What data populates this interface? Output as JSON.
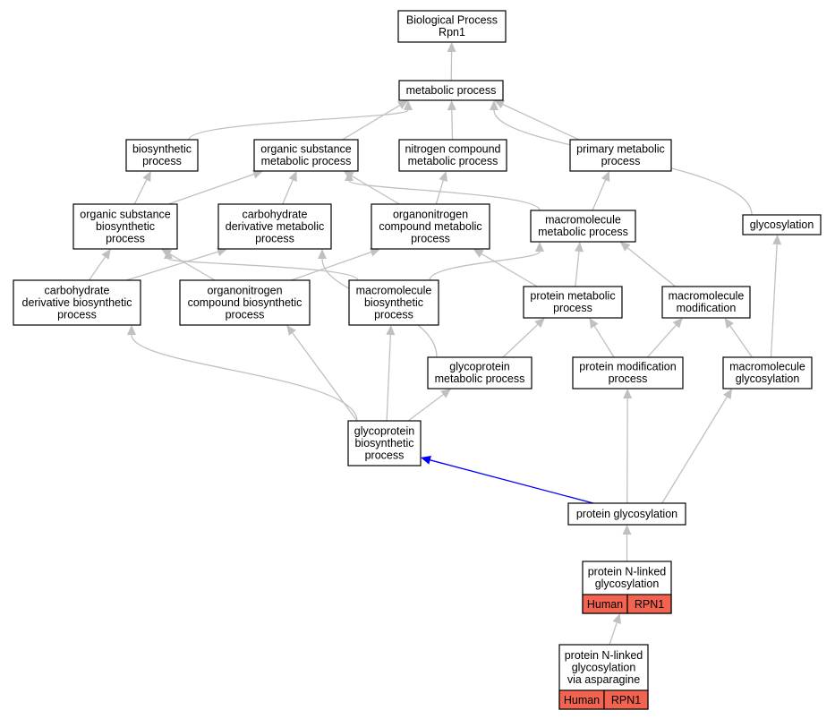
{
  "colors": {
    "edge": "#c0c0c0",
    "highlight_edge": "#0000ff",
    "tag_fill": "#f26350",
    "node_fill": "#ffffff",
    "node_stroke": "#000000"
  },
  "nodes": [
    {
      "id": "bp",
      "lines": [
        "Biological Process",
        "Rpn1"
      ]
    },
    {
      "id": "metabolic",
      "lines": [
        "metabolic process"
      ]
    },
    {
      "id": "biosynthetic",
      "lines": [
        "biosynthetic",
        "process"
      ]
    },
    {
      "id": "org_sub_met",
      "lines": [
        "organic substance",
        "metabolic process"
      ]
    },
    {
      "id": "nitrogen_met",
      "lines": [
        "nitrogen compound",
        "metabolic process"
      ]
    },
    {
      "id": "primary_met",
      "lines": [
        "primary metabolic",
        "process"
      ]
    },
    {
      "id": "org_sub_bio",
      "lines": [
        "organic substance",
        "biosynthetic",
        "process"
      ]
    },
    {
      "id": "carb_deriv_met",
      "lines": [
        "carbohydrate",
        "derivative metabolic",
        "process"
      ]
    },
    {
      "id": "organonitro_met",
      "lines": [
        "organonitrogen",
        "compound metabolic",
        "process"
      ]
    },
    {
      "id": "macro_met",
      "lines": [
        "macromolecule",
        "metabolic process"
      ]
    },
    {
      "id": "glycosylation",
      "lines": [
        "glycosylation"
      ]
    },
    {
      "id": "carb_deriv_bio",
      "lines": [
        "carbohydrate",
        "derivative biosynthetic",
        "process"
      ]
    },
    {
      "id": "organonitro_bio",
      "lines": [
        "organonitrogen",
        "compound biosynthetic",
        "process"
      ]
    },
    {
      "id": "macro_bio",
      "lines": [
        "macromolecule",
        "biosynthetic",
        "process"
      ]
    },
    {
      "id": "protein_met",
      "lines": [
        "protein metabolic",
        "process"
      ]
    },
    {
      "id": "macro_mod",
      "lines": [
        "macromolecule",
        "modification"
      ]
    },
    {
      "id": "glycoprotein_met",
      "lines": [
        "glycoprotein",
        "metabolic process"
      ]
    },
    {
      "id": "protein_mod",
      "lines": [
        "protein modification",
        "process"
      ]
    },
    {
      "id": "macro_glyco",
      "lines": [
        "macromolecule",
        "glycosylation"
      ]
    },
    {
      "id": "glycoprotein_bio",
      "lines": [
        "glycoprotein",
        "biosynthetic",
        "process"
      ]
    },
    {
      "id": "protein_glyco",
      "lines": [
        "protein glycosylation"
      ]
    },
    {
      "id": "n_linked",
      "lines": [
        "protein N-linked",
        "glycosylation"
      ],
      "tags": [
        "Human",
        "RPN1"
      ]
    },
    {
      "id": "n_linked_asn",
      "lines": [
        "protein N-linked",
        "glycosylation",
        "via asparagine"
      ],
      "tags": [
        "Human",
        "RPN1"
      ]
    }
  ],
  "edges": [
    {
      "from": "metabolic",
      "to": "bp"
    },
    {
      "from": "biosynthetic",
      "to": "metabolic"
    },
    {
      "from": "org_sub_met",
      "to": "metabolic"
    },
    {
      "from": "nitrogen_met",
      "to": "metabolic"
    },
    {
      "from": "primary_met",
      "to": "metabolic"
    },
    {
      "from": "glycosylation",
      "to": "metabolic"
    },
    {
      "from": "org_sub_bio",
      "to": "biosynthetic"
    },
    {
      "from": "org_sub_bio",
      "to": "org_sub_met"
    },
    {
      "from": "carb_deriv_met",
      "to": "org_sub_met"
    },
    {
      "from": "organonitro_met",
      "to": "org_sub_met"
    },
    {
      "from": "organonitro_met",
      "to": "nitrogen_met"
    },
    {
      "from": "macro_met",
      "to": "org_sub_met"
    },
    {
      "from": "macro_met",
      "to": "primary_met"
    },
    {
      "from": "carb_deriv_bio",
      "to": "org_sub_bio"
    },
    {
      "from": "carb_deriv_bio",
      "to": "carb_deriv_met"
    },
    {
      "from": "organonitro_bio",
      "to": "org_sub_bio"
    },
    {
      "from": "organonitro_bio",
      "to": "organonitro_met"
    },
    {
      "from": "macro_bio",
      "to": "org_sub_bio"
    },
    {
      "from": "macro_bio",
      "to": "macro_met"
    },
    {
      "from": "protein_met",
      "to": "macro_met"
    },
    {
      "from": "protein_met",
      "to": "organonitro_met"
    },
    {
      "from": "macro_mod",
      "to": "macro_met"
    },
    {
      "from": "glycoprotein_met",
      "to": "protein_met"
    },
    {
      "from": "glycoprotein_met",
      "to": "carb_deriv_met"
    },
    {
      "from": "protein_mod",
      "to": "protein_met"
    },
    {
      "from": "protein_mod",
      "to": "macro_mod"
    },
    {
      "from": "macro_glyco",
      "to": "macro_mod"
    },
    {
      "from": "macro_glyco",
      "to": "glycosylation"
    },
    {
      "from": "glycoprotein_bio",
      "to": "carb_deriv_bio"
    },
    {
      "from": "glycoprotein_bio",
      "to": "organonitro_bio"
    },
    {
      "from": "glycoprotein_bio",
      "to": "macro_bio"
    },
    {
      "from": "glycoprotein_bio",
      "to": "glycoprotein_met"
    },
    {
      "from": "protein_glyco",
      "to": "glycoprotein_bio",
      "highlight": true
    },
    {
      "from": "protein_glyco",
      "to": "protein_mod"
    },
    {
      "from": "protein_glyco",
      "to": "macro_glyco"
    },
    {
      "from": "n_linked",
      "to": "protein_glyco"
    },
    {
      "from": "n_linked_asn",
      "to": "n_linked"
    }
  ]
}
